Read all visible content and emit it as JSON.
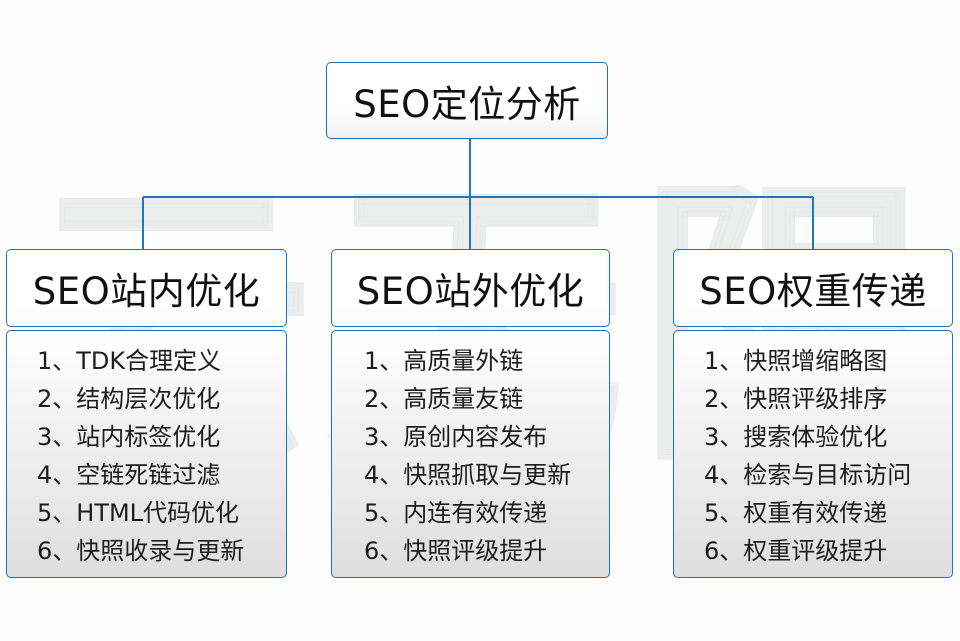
{
  "watermark": {
    "text": "云无限"
  },
  "diagram": {
    "type": "tree",
    "root": {
      "label": "SEO定位分析"
    },
    "columns": [
      {
        "header": "SEO站内优化",
        "items": [
          "1、TDK合理定义",
          "2、结构层次优化",
          "3、站内标签优化",
          "4、空链死链过滤",
          "5、HTML代码优化",
          "6、快照收录与更新"
        ]
      },
      {
        "header": "SEO站外优化",
        "items": [
          "1、高质量外链",
          "2、高质量友链",
          "3、原创内容发布",
          "4、快照抓取与更新",
          "5、内连有效传递",
          "6、快照评级提升"
        ]
      },
      {
        "header": "SEO权重传递",
        "items": [
          "1、快照增缩略图",
          "2、快照评级排序",
          "3、搜索体验优化",
          "4、检索与目标访问",
          "5、权重有效传递",
          "6、权重评级提升"
        ]
      }
    ]
  },
  "colors": {
    "border_blue": "#1a72c0",
    "connector_blue": "#1b76c4",
    "text_dark": "#111111",
    "watermark_gray": "#eceded",
    "background": "#fdfdfd"
  }
}
